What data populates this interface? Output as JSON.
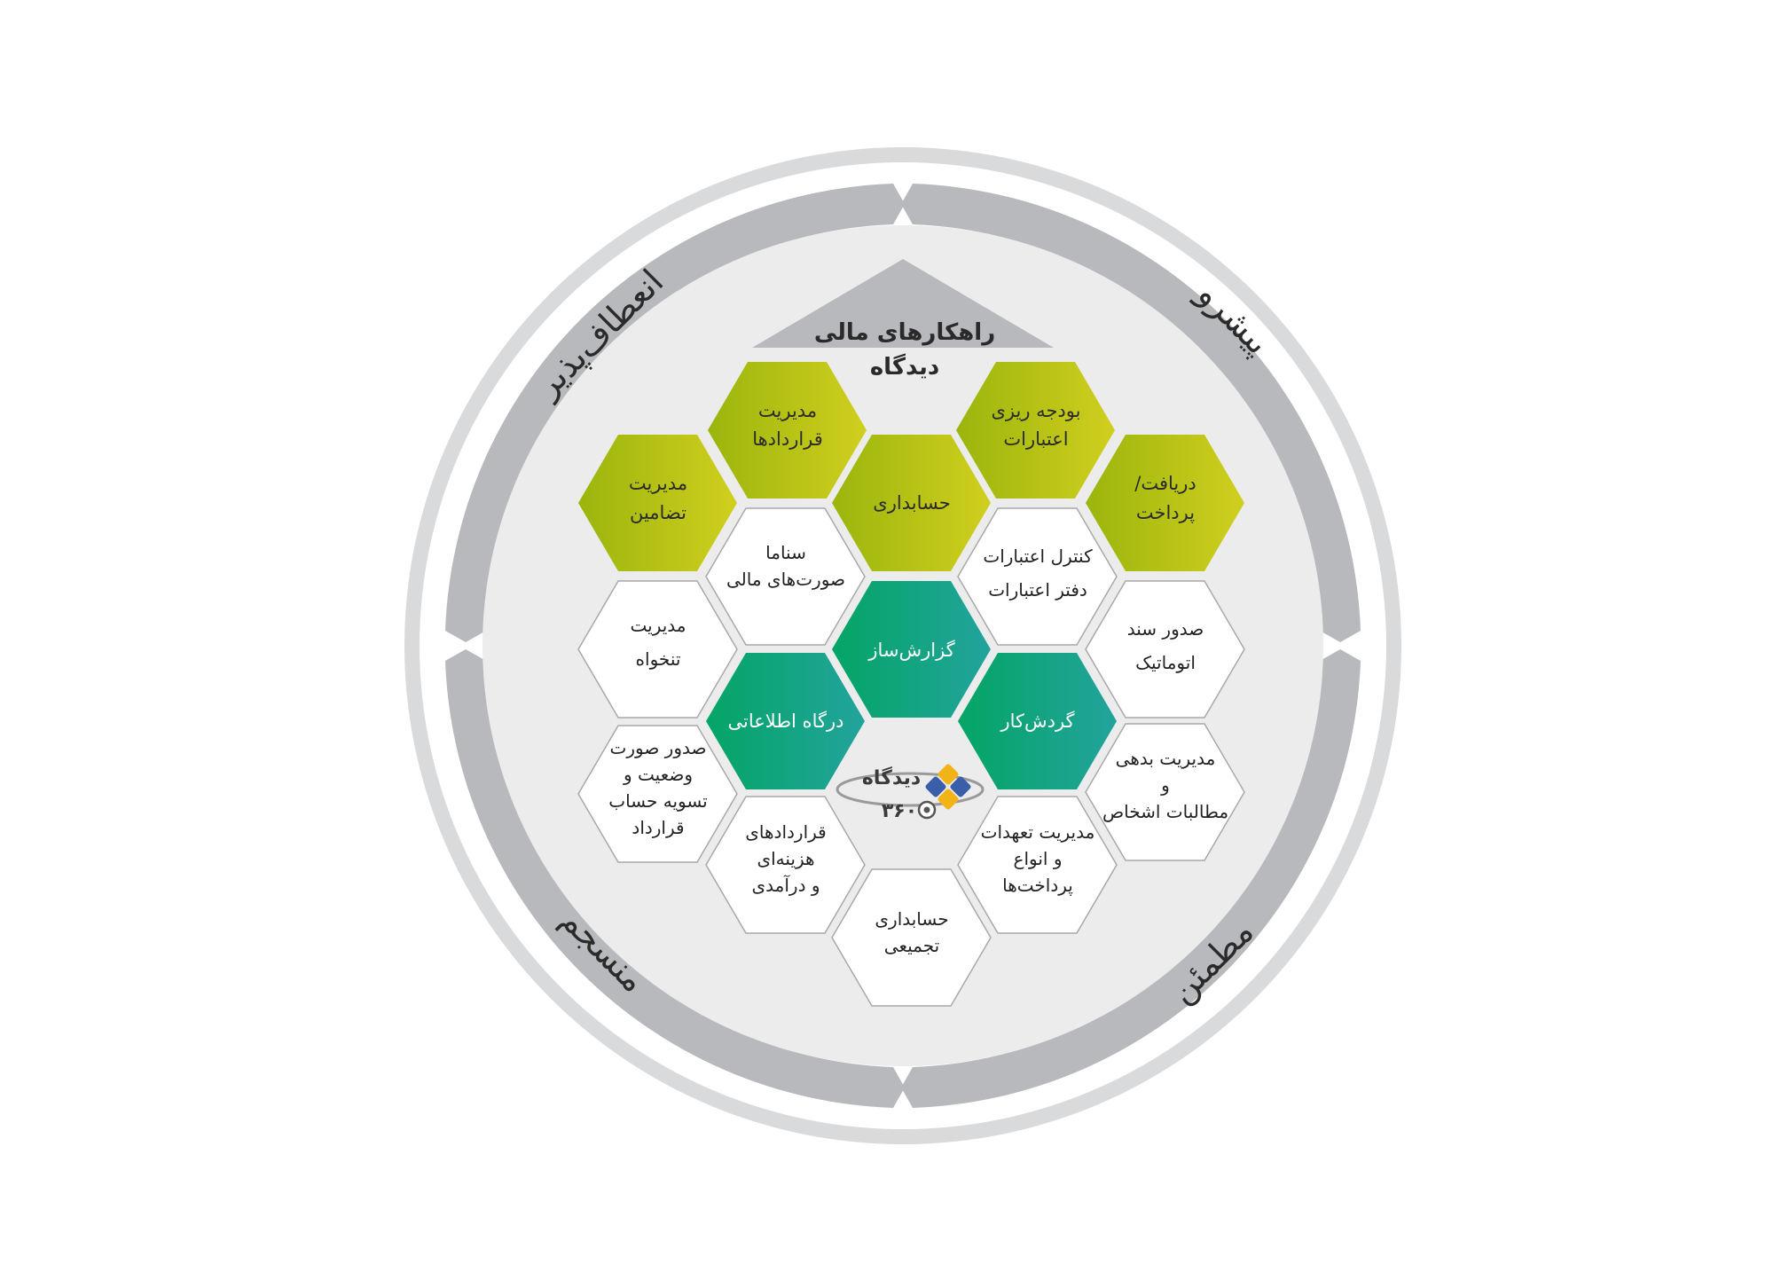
{
  "header": {
    "title_line1": "راهکارهای مالی",
    "title_line2": "دیدگاه"
  },
  "ring": {
    "top_left": "انعطاف‌پذیر",
    "top_right": "پیشرو",
    "bottom_left": "منسجم",
    "bottom_right": "مطمئن"
  },
  "colors": {
    "green_dark": "#9bb50c",
    "green_light": "#c8cc1a",
    "teal_dark": "#05a56a",
    "teal_light": "#1aa49a",
    "ring_gray": "#b8b9bc",
    "outer_ring": "#d9dadc",
    "inner_bg": "#ececec",
    "roof_gray": "#b8b9bc"
  },
  "hexes": {
    "budget": {
      "line1": "بودجه ریزی",
      "line2": "اعتبارات"
    },
    "contracts_mgmt": {
      "line1": "مدیریت",
      "line2": "قراردادها"
    },
    "guarantees": {
      "line1": "مدیریت",
      "line2": "تضامین"
    },
    "accounting": {
      "line1": "حسابداری"
    },
    "receive_pay": {
      "line1": "دریافت/",
      "line2": "پرداخت"
    },
    "sanama": {
      "line1": "سناما",
      "line2": "صورت‌های مالی"
    },
    "credit_control": {
      "line1": "کنترل اعتبارات",
      "line2": "دفتر اعتبارات"
    },
    "petty_cash": {
      "line1": "مدیریت",
      "line2": "تنخواه"
    },
    "auto_doc": {
      "line1": "صدور سند",
      "line2": "اتوماتیک"
    },
    "report_builder": {
      "line1": "گزارش‌ساز"
    },
    "portal": {
      "line1": "درگاه اطلاعاتی"
    },
    "workflow": {
      "line1": "گردش‌کار"
    },
    "statement": {
      "line1": "صدور صورت",
      "line2": "وضعیت و",
      "line3": "تسویه حساب",
      "line4": "قرارداد"
    },
    "debts": {
      "line1": "مدیریت بدهی",
      "line2": "و",
      "line3": "مطالبات اشخاص"
    },
    "cost_contracts": {
      "line1": "قراردادهای",
      "line2": "هزینه‌ای",
      "line3": "و درآمدی"
    },
    "commitments": {
      "line1": "مدیریت تعهدات",
      "line2": "و انواع",
      "line3": "پرداخت‌ها"
    },
    "consolidated": {
      "line1": "حسابداری",
      "line2": "تجمیعی"
    }
  },
  "logo": {
    "word": "دیدگاه",
    "number": "۳۶۰",
    "icon": "didgah-logo-icon"
  }
}
